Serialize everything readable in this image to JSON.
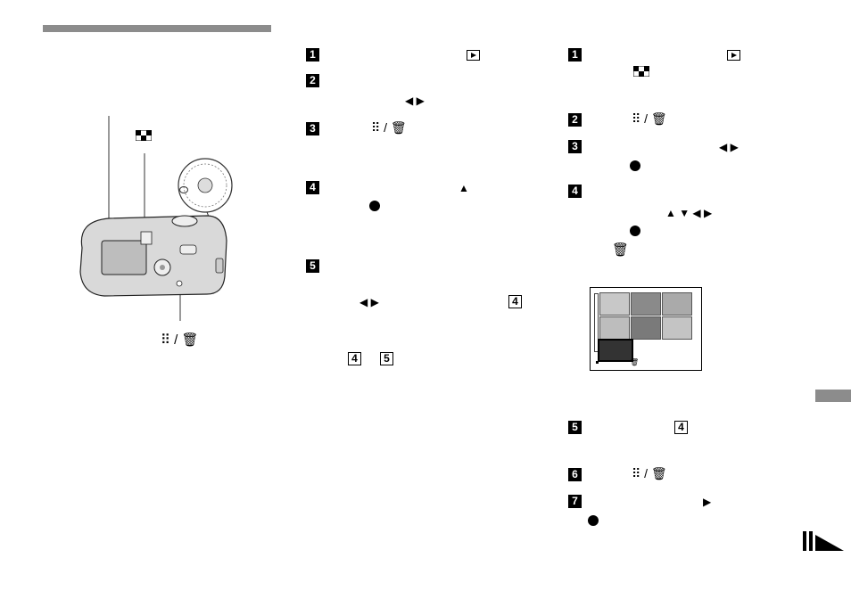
{
  "left_panel": {
    "index_button_icon": "index-checker-icon",
    "delete_button_text": "⠿ / 🗑",
    "zoom_button_icon": "lamp-icon"
  },
  "middle_steps": [
    {
      "num": "1"
    },
    {
      "num": "2"
    },
    {
      "num": "3",
      "label": "⠿ / 🗑"
    },
    {
      "num": "4"
    },
    {
      "num": "5",
      "ref1": "4",
      "ref2": "4",
      "ref3": "5"
    }
  ],
  "right_steps": [
    {
      "num": "1"
    },
    {
      "num": "2",
      "label": "⠿ / 🗑"
    },
    {
      "num": "3"
    },
    {
      "num": "4"
    },
    {
      "num": "5",
      "ref": "4"
    },
    {
      "num": "6",
      "label": "⠿ / 🗑"
    },
    {
      "num": "7"
    }
  ],
  "glyphs": {
    "left_right": "◀ ▶",
    "up": "▲",
    "up_down_left_right": "▲ ▼ ◀ ▶",
    "right": "▶",
    "slash": "/"
  },
  "thumbnail_screen": {
    "cells": 7,
    "footer_icon": "trash-icon"
  },
  "side_tab_color": "#8c8c8c",
  "header_bar_color": "#8c8c8c",
  "continue_mark": "continue-arrow-icon"
}
